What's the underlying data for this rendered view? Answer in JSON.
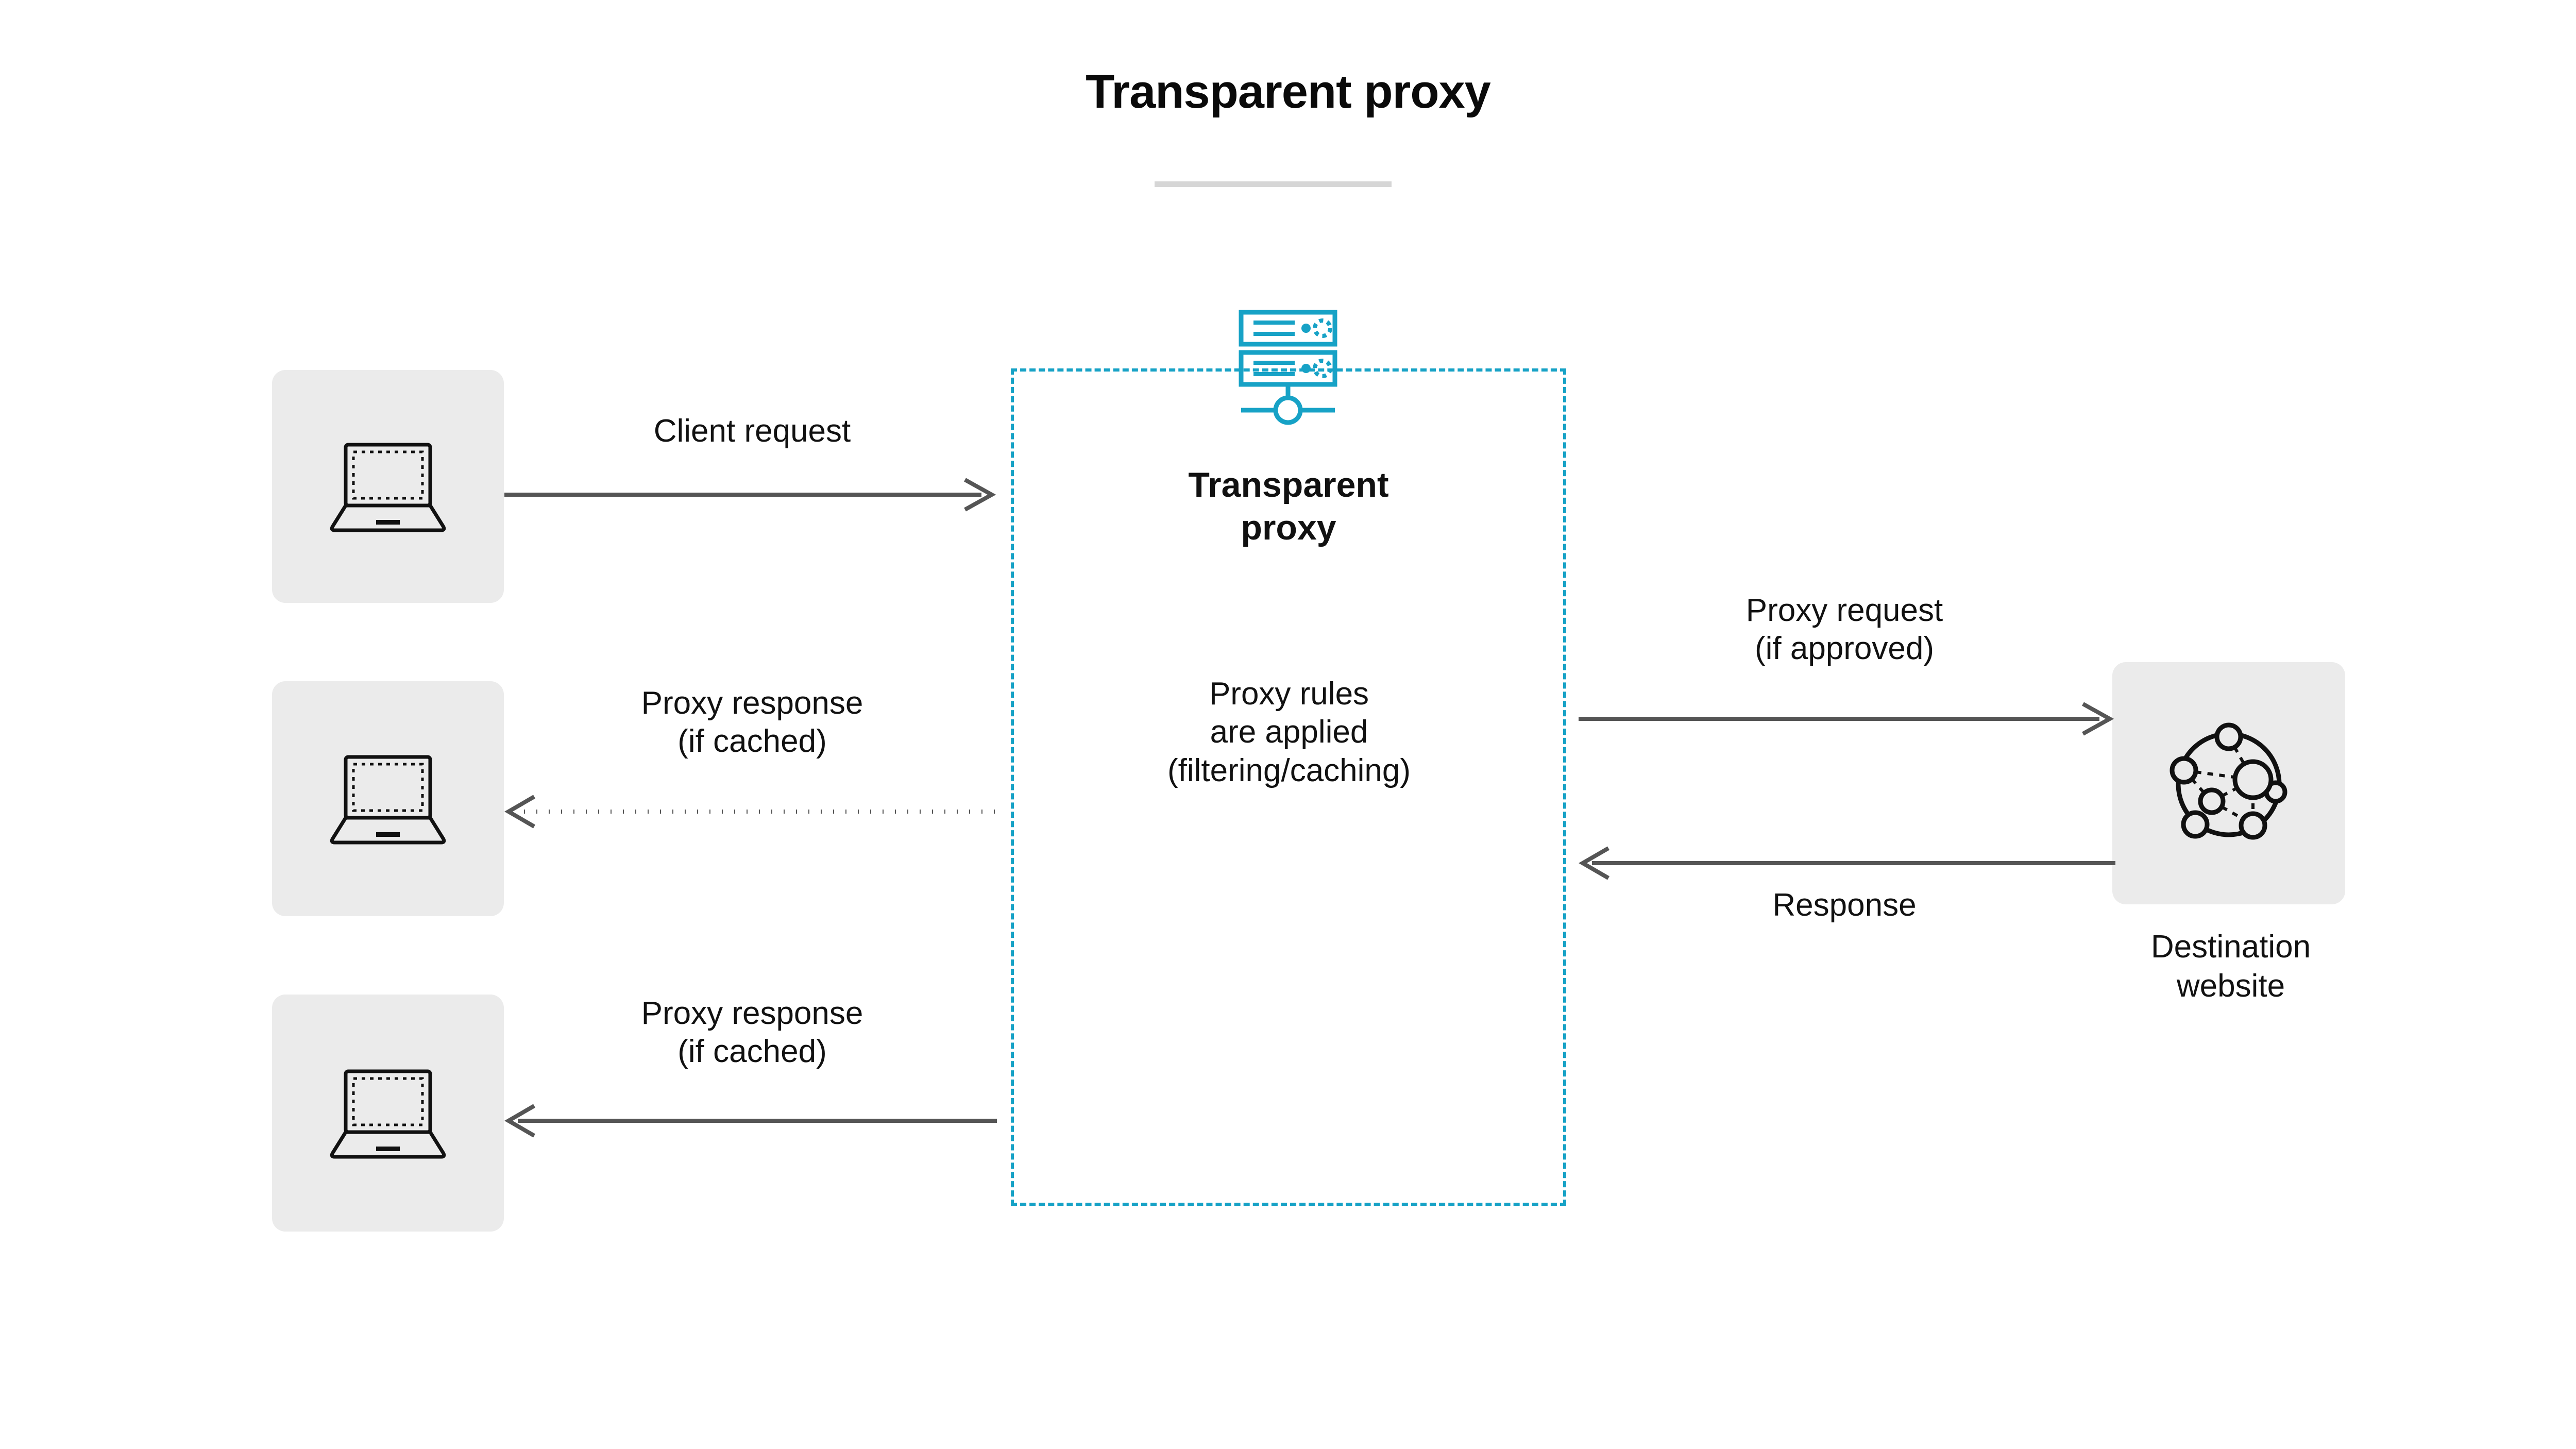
{
  "page": {
    "title": "Transparent proxy",
    "background_color": "#ffffff",
    "accent_color": "#17a2c6",
    "card_color": "#ebebeb",
    "arrow_color": "#555555",
    "rule_color": "#d6d6d6"
  },
  "proxy": {
    "icon": "server-rack-icon",
    "heading": "Transparent\nproxy",
    "heading_line1": "Transparent",
    "heading_line2": "proxy",
    "body_line1": "Proxy rules",
    "body_line2": "are applied",
    "body_line3": "(filtering/caching)",
    "border_style": "dashed"
  },
  "clients": [
    {
      "icon": "laptop-icon",
      "name": "client-laptop-top"
    },
    {
      "icon": "laptop-icon",
      "name": "client-laptop-middle"
    },
    {
      "icon": "laptop-icon",
      "name": "client-laptop-bottom"
    }
  ],
  "destination": {
    "icon": "network-globe-icon",
    "label_line1": "Destination",
    "label_line2": "website"
  },
  "flows": [
    {
      "id": "client-request",
      "label_line1": "Client request",
      "label_line2": "",
      "direction": "right",
      "style": "solid"
    },
    {
      "id": "proxy-response-cached-top",
      "label_line1": "Proxy response",
      "label_line2": "(if cached)",
      "direction": "left",
      "style": "dotted"
    },
    {
      "id": "proxy-response-cached-bottom",
      "label_line1": "Proxy response",
      "label_line2": "(if cached)",
      "direction": "left",
      "style": "solid"
    },
    {
      "id": "proxy-request-approved",
      "label_line1": "Proxy request",
      "label_line2": "(if approved)",
      "direction": "right",
      "style": "solid"
    },
    {
      "id": "response",
      "label_line1": "Response",
      "label_line2": "",
      "direction": "left",
      "style": "solid"
    }
  ]
}
